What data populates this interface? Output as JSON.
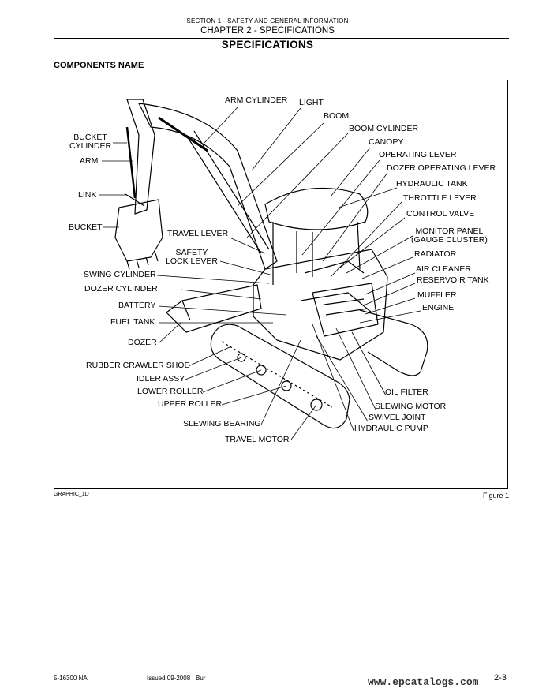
{
  "header": {
    "section": "SECTION 1 - SAFETY AND GENERAL INFORMATION",
    "chapter": "CHAPTER 2 - SPECIFICATIONS",
    "title": "SPECIFICATIONS"
  },
  "subtitle": "COMPONENTS NAME",
  "figure": {
    "graphic_id": "GRAPHIC_1D",
    "caption": "Figure 1",
    "labels": {
      "arm_cylinder": "ARM CYLINDER",
      "light": "LIGHT",
      "boom": "BOOM",
      "boom_cylinder": "BOOM CYLINDER",
      "canopy": "CANOPY",
      "operating_lever": "OPERATING LEVER",
      "dozer_operating_lever": "DOZER OPERATING LEVER",
      "hydraulic_tank": "HYDRAULIC TANK",
      "throttle_lever": "THROTTLE LEVER",
      "control_valve": "CONTROL VALVE",
      "monitor_panel": "MONITOR PANEL",
      "gauge_cluster": "(GAUGE CLUSTER)",
      "radiator": "RADIATOR",
      "air_cleaner": "AIR CLEANER",
      "reservoir_tank": "RESERVOIR TANK",
      "muffler": "MUFFLER",
      "engine": "ENGINE",
      "oil_filter": "OIL FILTER",
      "slewing_motor": "SLEWING MOTOR",
      "swivel_joint": "SWIVEL JOINT",
      "hydraulic_pump": "HYDRAULIC PUMP",
      "bucket_cylinder_1": "BUCKET",
      "bucket_cylinder_2": "CYLINDER",
      "arm": "ARM",
      "link": "LINK",
      "bucket": "BUCKET",
      "travel_lever": "TRAVEL LEVER",
      "safety_lock_lever_1": "SAFETY",
      "safety_lock_lever_2": "LOCK LEVER",
      "swing_cylinder": "SWING CYLINDER",
      "dozer_cylinder": "DOZER CYLINDER",
      "battery": "BATTERY",
      "fuel_tank": "FUEL TANK",
      "dozer": "DOZER",
      "rubber_crawler_shoe": "RUBBER CRAWLER SHOE",
      "idler_assy": "IDLER ASSY",
      "lower_roller": "LOWER ROLLER",
      "upper_roller": "UPPER ROLLER",
      "slewing_bearing": "SLEWING BEARING",
      "travel_motor": "TRAVEL MOTOR"
    }
  },
  "footer": {
    "doc_number": "5-16300 NA",
    "issued": "Issued 09-2008",
    "revision": "Bur",
    "watermark": "www.epcatalogs.com",
    "page": "2-3"
  }
}
